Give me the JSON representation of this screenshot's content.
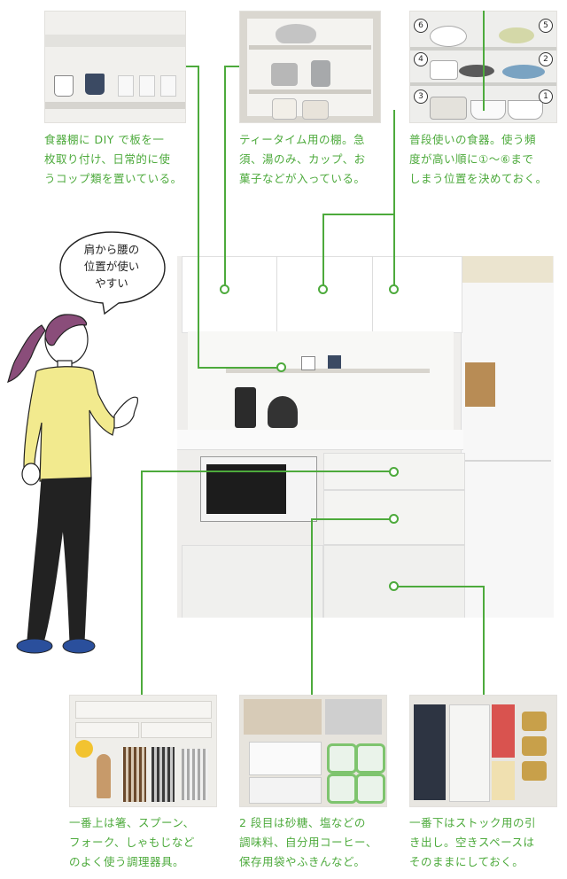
{
  "captions": {
    "top_left": [
      "食器棚に DIY で板を一",
      "枚取り付け、日常的に使",
      "うコップ類を置いている。"
    ],
    "top_mid": [
      "ティータイム用の棚。急",
      "須、湯のみ、カップ、お",
      "菓子などが入っている。"
    ],
    "top_right": [
      "普段使いの食器。使う頻",
      "度が高い順に①〜⑥まで",
      "しまう位置を決めておく。"
    ],
    "bottom_left": [
      "一番上は箸、スプーン、",
      "フォーク、しゃもじなど",
      "のよく使う調理器具。"
    ],
    "bottom_mid": [
      "2 段目は砂糖、塩などの",
      "調味料、自分用コーヒー、",
      "保存用袋やふきんなど。"
    ],
    "bottom_right": [
      "一番下はストック用の引",
      "き出し。空きスペースは",
      "そのままにしておく。"
    ]
  },
  "speech": [
    "肩から腰の",
    "位置が使い",
    "やすい"
  ],
  "dish_numbers": [
    "6",
    "5",
    "4",
    "2",
    "3",
    "1"
  ],
  "colors": {
    "accent": "#4daa3c",
    "hair": "#8a4d7a",
    "shirt": "#f2ea8e",
    "pants": "#222222",
    "shoes": "#2a4f9c"
  }
}
